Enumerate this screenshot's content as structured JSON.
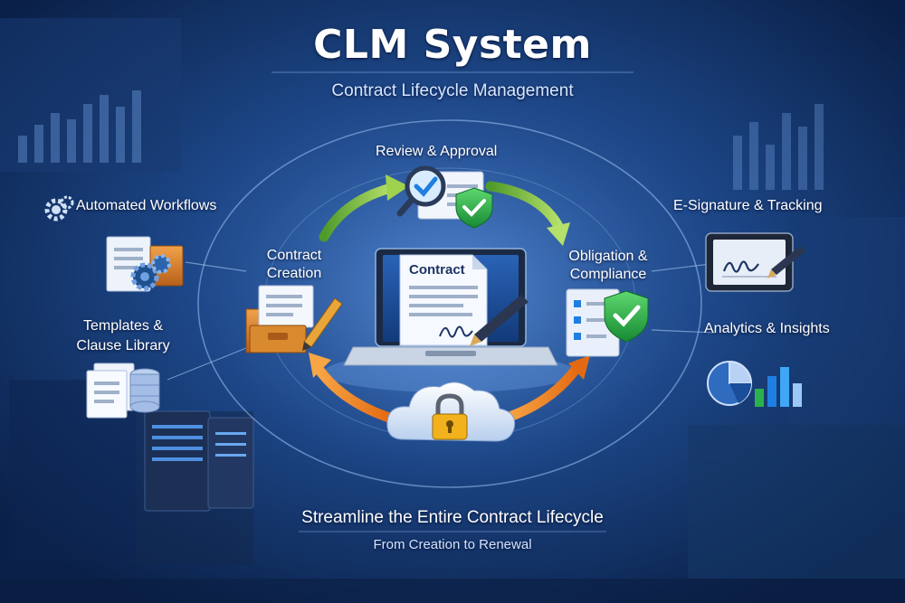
{
  "title": "CLM System",
  "subtitle": "Contract Lifecycle Management",
  "lifecycle": {
    "review": "Review & Approval",
    "creation": "Contract Creation",
    "obligation": "Obligation & Compliance",
    "document_label": "Contract"
  },
  "features": {
    "workflows": "Automated Workflows",
    "templates": "Templates & Clause Library",
    "esignature": "E-Signature & Tracking",
    "analytics": "Analytics & Insights"
  },
  "footer": {
    "headline": "Streamline the Entire Contract Lifecycle",
    "subline": "From Creation to Renewal"
  },
  "colors": {
    "background": "#0e2a58",
    "arrow_green": "#8cc63f",
    "arrow_orange": "#f28c28",
    "shield_green": "#2bb24c",
    "check_blue": "#1f7fe0"
  },
  "icons": [
    "gear-icon",
    "document-gear-icon",
    "document-stack-icon",
    "magnifier-check-icon",
    "shield-check-icon",
    "folder-pencil-icon",
    "laptop-contract-icon",
    "checklist-shield-icon",
    "tablet-signature-icon",
    "pie-bar-chart-icon",
    "cloud-lock-icon"
  ]
}
